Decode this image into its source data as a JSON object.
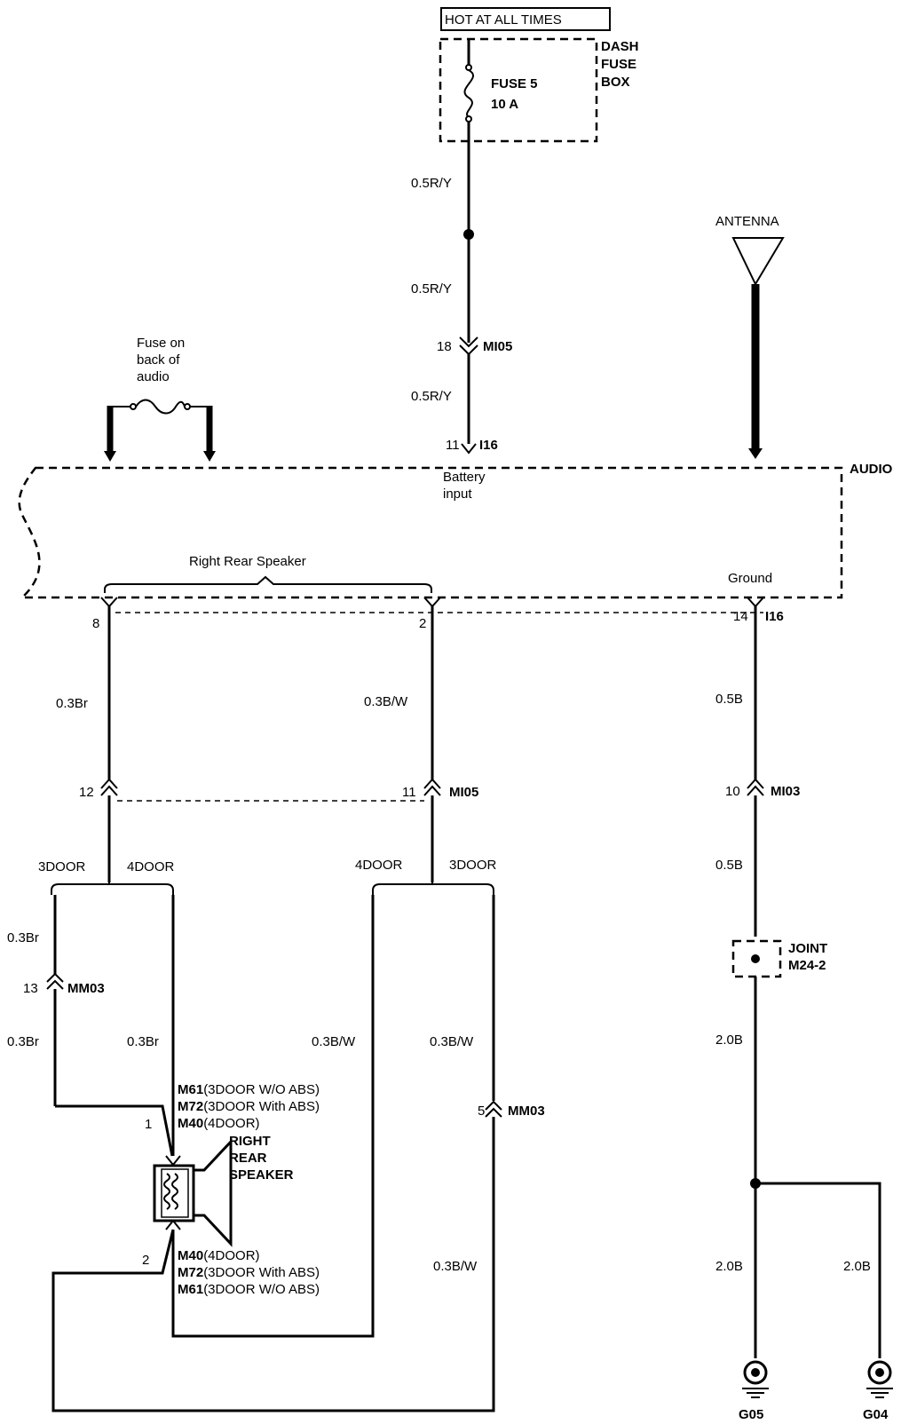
{
  "header": {
    "power_label": "HOT AT ALL TIMES"
  },
  "fuse_box": {
    "fuse_name": "FUSE 5",
    "fuse_rating": "10 A",
    "box_line1": "DASH",
    "box_line2": "FUSE",
    "box_line3": "BOX"
  },
  "wires": {
    "r_y_1": "0.5R/Y",
    "r_y_2": "0.5R/Y",
    "r_y_3": "0.5R/Y",
    "br_1": "0.3Br",
    "bw_1": "0.3B/W",
    "b_1": "0.5B",
    "b_2": "0.5B",
    "br_3door_a": "0.3Br",
    "br_3door_b": "0.3Br",
    "br_4door": "0.3Br",
    "bw_4door": "0.3B/W",
    "bw_3door_a": "0.3B/W",
    "bw_3door_b": "0.3B/W",
    "b20_1": "2.0B",
    "b20_2": "2.0B",
    "b20_3": "2.0B"
  },
  "connectors": {
    "mi05_top": {
      "pin": "18",
      "name": "MI05"
    },
    "i16_top": {
      "pin": "11",
      "name": "I16"
    },
    "i16_bottom": {
      "pin": "14",
      "name": "I16"
    },
    "audio_pin8": "8",
    "audio_pin2": "2",
    "mi05_left_pin": "12",
    "mi05_right": {
      "pin": "11",
      "name": "MI05"
    },
    "mi03": {
      "pin": "10",
      "name": "MI03"
    },
    "mm03_left": {
      "pin": "13",
      "name": "MM03"
    },
    "mm03_right": {
      "pin": "5",
      "name": "MM03"
    }
  },
  "audio": {
    "name": "AUDIO",
    "fuse_note_1": "Fuse on",
    "fuse_note_2": "back of",
    "fuse_note_3": "audio",
    "battery_input_1": "Battery",
    "battery_input_2": "input",
    "right_rear_speaker": "Right Rear Speaker",
    "ground": "Ground"
  },
  "antenna": {
    "label": "ANTENNA"
  },
  "variants": {
    "door3_left": "3DOOR",
    "door4_left": "4DOOR",
    "door4_right": "4DOOR",
    "door3_right": "3DOOR"
  },
  "speaker": {
    "name_1": "RIGHT",
    "name_2": "REAR",
    "name_3": "SPEAKER",
    "pin1": "1",
    "pin2": "2",
    "top_conn_1_code": "M61",
    "top_conn_1_desc": "(3DOOR W/O ABS)",
    "top_conn_2_code": "M72",
    "top_conn_2_desc": "(3DOOR With ABS)",
    "top_conn_3_code": "M40",
    "top_conn_3_desc": "(4DOOR)",
    "bot_conn_1_code": "M40",
    "bot_conn_1_desc": "(4DOOR)",
    "bot_conn_2_code": "M72",
    "bot_conn_2_desc": "(3DOOR With ABS)",
    "bot_conn_3_code": "M61",
    "bot_conn_3_desc": "(3DOOR W/O ABS)"
  },
  "joint": {
    "line1": "JOINT",
    "line2": "M24-2"
  },
  "grounds": {
    "left": "G05",
    "right": "G04"
  }
}
